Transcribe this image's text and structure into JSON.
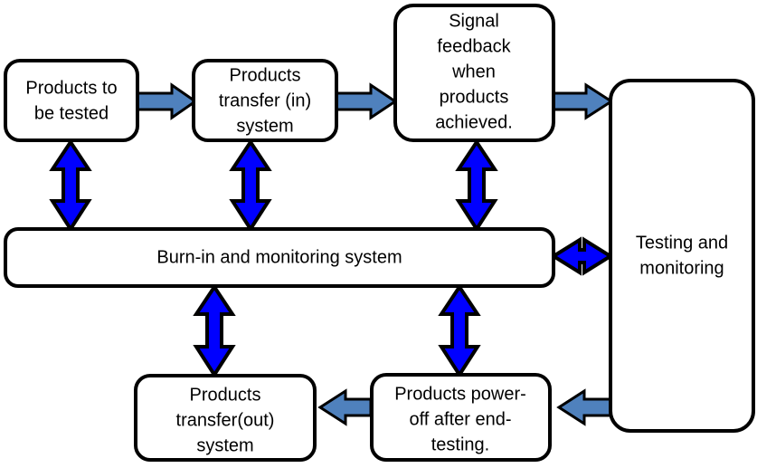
{
  "diagram": {
    "title": "Burn-in test system flowchart",
    "colors": {
      "flow_arrow": "#4F81BD",
      "bidirectional_arrow": "#0000FF",
      "box_border": "#000000",
      "box_fill": "#FFFFFF",
      "text": "#000000",
      "background": "#FFFFFF"
    },
    "nodes": [
      {
        "id": "products-to-be-tested",
        "label": "Products to be tested",
        "lines": [
          "Products to",
          "be tested"
        ]
      },
      {
        "id": "products-transfer-in-system",
        "label": "Products transfer (in) system",
        "lines": [
          "Products",
          "transfer (in)",
          "system"
        ]
      },
      {
        "id": "signal-feedback-when-products-achieved",
        "label": "Signal feedback when products achieved.",
        "lines": [
          "Signal",
          "feedback",
          "when",
          "products",
          "achieved."
        ]
      },
      {
        "id": "testing-and-monitoring",
        "label": "Testing and monitoring",
        "lines": [
          "Testing and",
          "monitoring"
        ]
      },
      {
        "id": "burn-in-and-monitoring-system",
        "label": "Burn-in and monitoring system",
        "lines": [
          "Burn-in and monitoring system"
        ]
      },
      {
        "id": "products-power-off-after-end-testing",
        "label": "Products power-off after end-testing.",
        "lines": [
          "Products power-",
          "off after end-",
          "testing."
        ]
      },
      {
        "id": "products-transfer-out-system",
        "label": "Products transfer(out) system",
        "lines": [
          "Products",
          "transfer(out)",
          "system"
        ]
      }
    ],
    "connectors": [
      {
        "id": "arrow-tested-to-transferin",
        "from": "products-to-be-tested",
        "to": "products-transfer-in-system",
        "kind": "flow",
        "direction": "right"
      },
      {
        "id": "arrow-transferin-to-signal",
        "from": "products-transfer-in-system",
        "to": "signal-feedback-when-products-achieved",
        "kind": "flow",
        "direction": "right"
      },
      {
        "id": "arrow-signal-to-testing",
        "from": "signal-feedback-when-products-achieved",
        "to": "testing-and-monitoring",
        "kind": "flow",
        "direction": "right"
      },
      {
        "id": "arrow-tested-to-burnin",
        "from": "products-to-be-tested",
        "to": "burn-in-and-monitoring-system",
        "kind": "bidirectional",
        "direction": "vertical"
      },
      {
        "id": "arrow-transferin-to-burnin",
        "from": "products-transfer-in-system",
        "to": "burn-in-and-monitoring-system",
        "kind": "bidirectional",
        "direction": "vertical"
      },
      {
        "id": "arrow-signal-to-burnin",
        "from": "signal-feedback-when-products-achieved",
        "to": "burn-in-and-monitoring-system",
        "kind": "bidirectional",
        "direction": "vertical"
      },
      {
        "id": "arrow-burnin-to-testing",
        "from": "burn-in-and-monitoring-system",
        "to": "testing-and-monitoring",
        "kind": "bidirectional",
        "direction": "horizontal"
      },
      {
        "id": "arrow-burnin-to-transferout",
        "from": "burn-in-and-monitoring-system",
        "to": "products-transfer-out-system",
        "kind": "bidirectional",
        "direction": "vertical"
      },
      {
        "id": "arrow-burnin-to-poweroff",
        "from": "burn-in-and-monitoring-system",
        "to": "products-power-off-after-end-testing",
        "kind": "bidirectional",
        "direction": "vertical"
      },
      {
        "id": "arrow-testing-to-poweroff",
        "from": "testing-and-monitoring",
        "to": "products-power-off-after-end-testing",
        "kind": "flow",
        "direction": "left"
      },
      {
        "id": "arrow-poweroff-to-transferout",
        "from": "products-power-off-after-end-testing",
        "to": "products-transfer-out-system",
        "kind": "flow",
        "direction": "left"
      }
    ]
  }
}
